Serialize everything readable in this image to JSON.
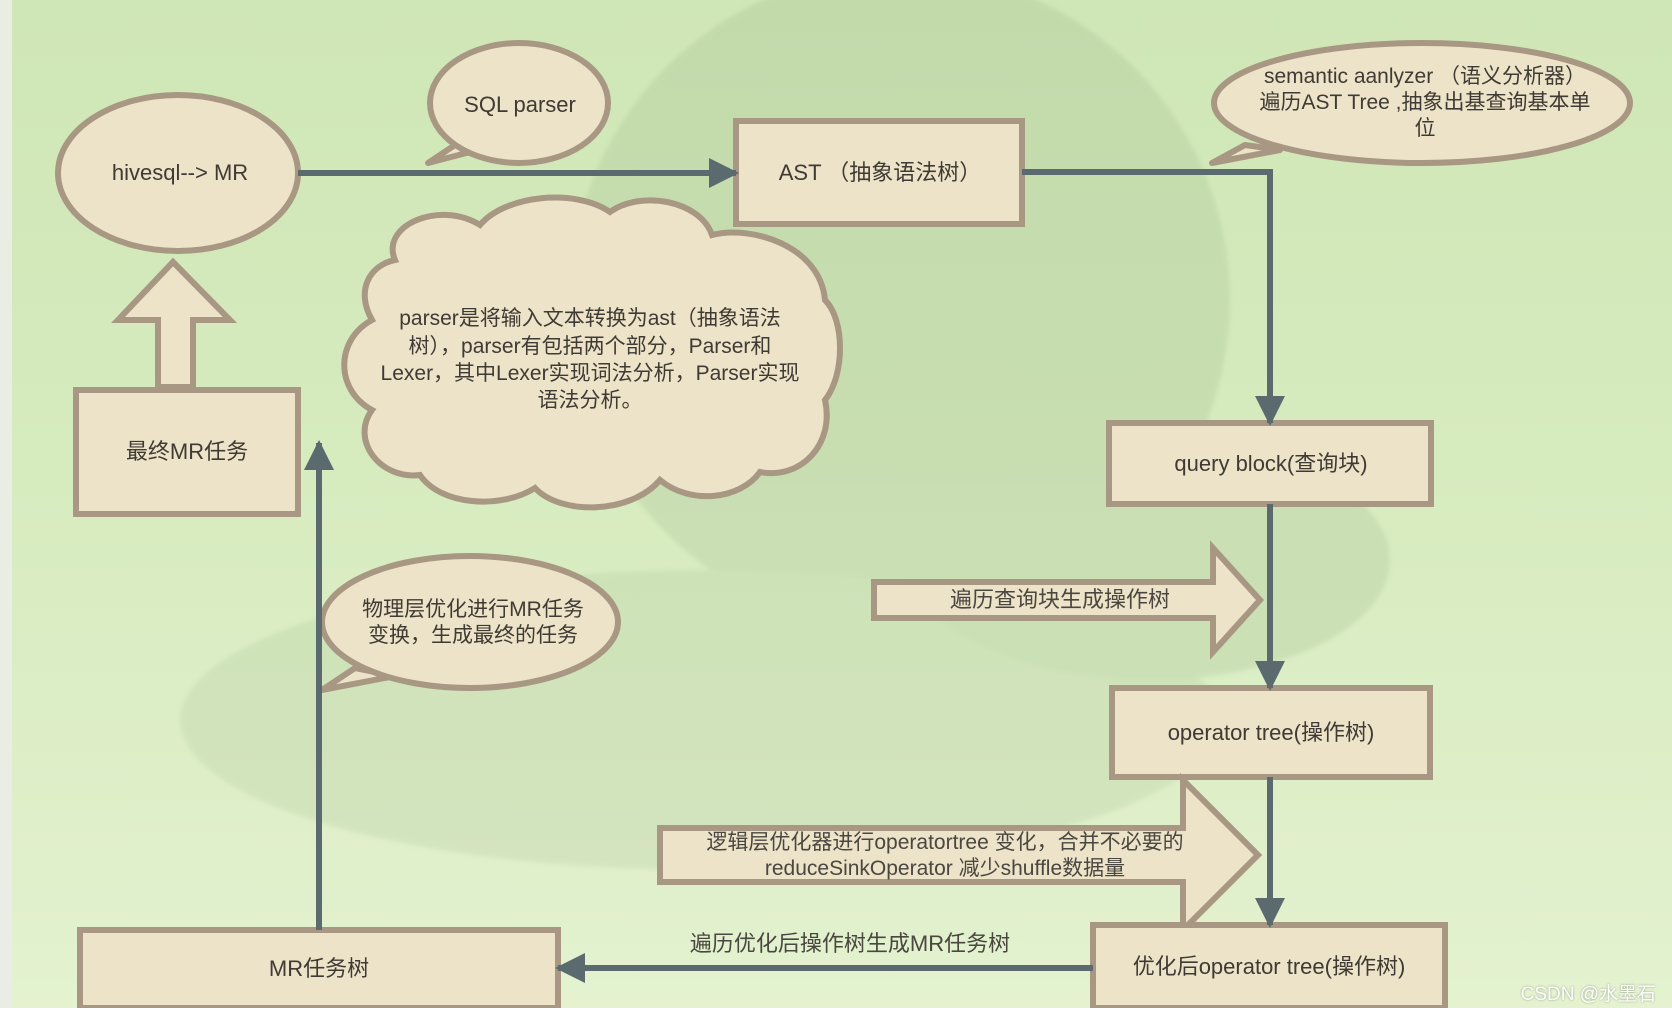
{
  "nodes": {
    "hivesql": "hivesql--> MR",
    "sql_parser": "SQL parser",
    "ast": "AST （抽象语法树）",
    "semantic": "semantic aanlyzer （语义分析器）\n遍历AST Tree ,抽象出基查询基本单\n位",
    "parser_note": "parser是将输入文本转换为ast（抽象语法\n树），parser有包括两个部分，Parser和\nLexer，其中Lexer实现词法分析，Parser实现\n语法分析。",
    "final_mr": "最终MR任务",
    "query_block": "query block(查询块)",
    "physical_note": "物理层优化进行MR任务\n变换，生成最终的任务",
    "operator_tree": "operator tree(操作树)",
    "mr_tree": "MR任务树",
    "optimized_tree": "优化后operator tree(操作树)"
  },
  "arrow_labels": {
    "traverse_qb": "遍历查询块生成操作树",
    "logical_opt": "逻辑层优化器进行operatortree 变化，合并不必要的\nreduceSinkOperator 减少shuffle数据量",
    "gen_mr": "遍历优化后操作树生成MR任务树"
  },
  "watermark": "CSDN @水墨石",
  "colors": {
    "shape_fill": "#ede3c8",
    "shape_stroke": "#a89883",
    "line": "#5a6a6e",
    "background": "#d4e9bc"
  }
}
